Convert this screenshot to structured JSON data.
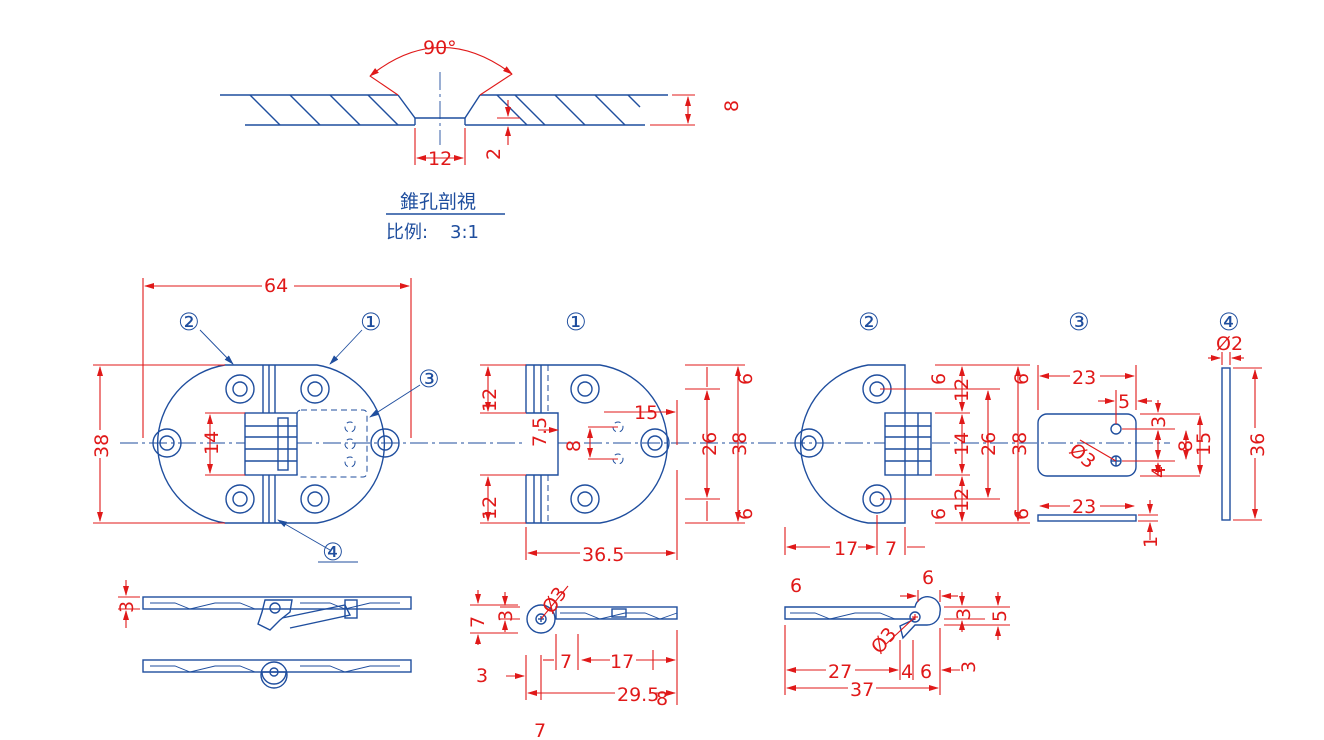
{
  "section": {
    "angle": "90°",
    "depth": "8",
    "counterbore_width": "12",
    "counterbore_depth": "2",
    "title": "錐孔剖視",
    "scale_label": "比例:",
    "scale_value": "3:1"
  },
  "balloons": [
    "①",
    "②",
    "③",
    "④"
  ],
  "assembly": {
    "width": "64",
    "height": "38",
    "center_gap": "14"
  },
  "part1": {
    "left_top": "12",
    "left_bottom": "12",
    "pin_small": "8",
    "pin_left": "7.5",
    "hole_offset": "15",
    "h26": "26",
    "h38": "38",
    "edge_top": "6",
    "edge_bottom": "6",
    "width": "36.5",
    "side": {
      "thk": "3",
      "h7": "7",
      "w3": "3",
      "hole": "Ø3",
      "a": "3",
      "b": "7",
      "c": "17",
      "d": "29.5",
      "e": "8",
      "f": "7"
    }
  },
  "part2": {
    "top12": "12",
    "mid14": "14",
    "bottom12": "12",
    "h26": "26",
    "h38": "38",
    "edge_top": "6",
    "edge_bottom": "6",
    "w17": "17",
    "w7": "7",
    "side": {
      "w6a": "6",
      "w6b": "6",
      "thk3": "3",
      "h5": "5",
      "hole": "Ø3",
      "w27": "27",
      "w4": "4",
      "w6c": "6",
      "w37": "37",
      "thk3b": "3"
    }
  },
  "part3": {
    "w23": "23",
    "hole_off": "5",
    "hole": "Ø3",
    "v3": "3",
    "v8": "8",
    "v15": "15",
    "v4": "4",
    "w23b": "23",
    "thk1": "1"
  },
  "part4": {
    "dia": "Ø2",
    "len": "36"
  }
}
